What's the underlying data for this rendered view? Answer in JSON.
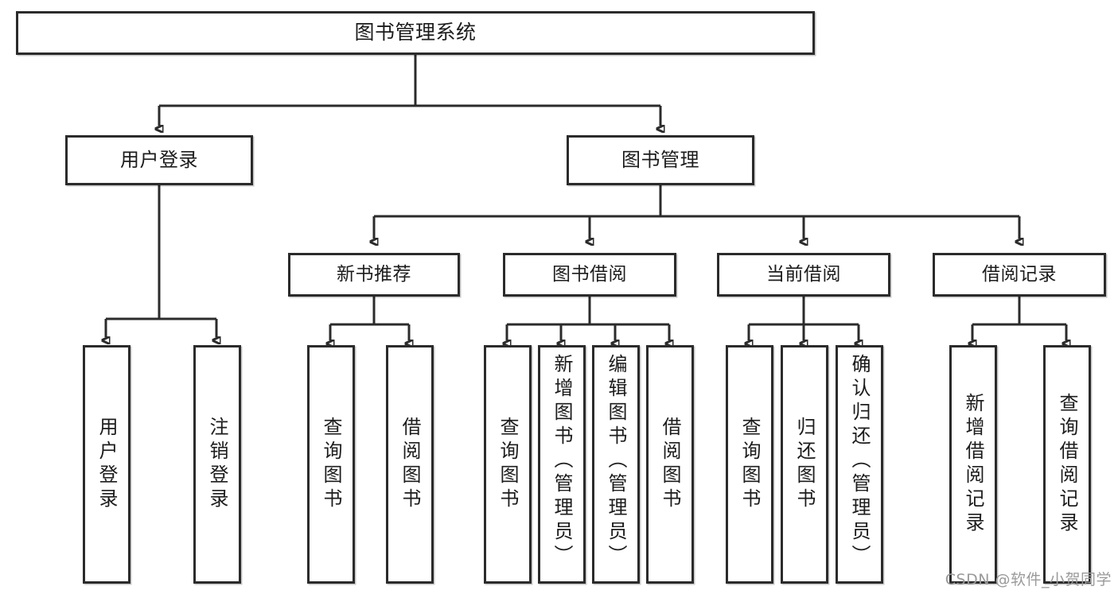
{
  "diagram": {
    "title": "图书管理系统",
    "type": "tree-hierarchy",
    "colors": {
      "stroke": "#2b2b2b",
      "fill": "#ffffff",
      "text": "#1c1c1c",
      "watermark": "#9a9a9a"
    },
    "root": {
      "label": "图书管理系统"
    },
    "level2": [
      {
        "label": "用户登录"
      },
      {
        "label": "图书管理"
      }
    ],
    "level3": [
      {
        "label": "新书推荐"
      },
      {
        "label": "图书借阅"
      },
      {
        "label": "当前借阅"
      },
      {
        "label": "借阅记录"
      }
    ],
    "leaves": {
      "user_login": [
        {
          "label": "用户登录"
        },
        {
          "label": "注销登录"
        }
      ],
      "new_book_recommend": [
        {
          "label": "查询图书"
        },
        {
          "label": "借阅图书"
        }
      ],
      "book_borrow": [
        {
          "label": "查询图书"
        },
        {
          "label": "新增图书（管理员）"
        },
        {
          "label": "编辑图书（管理员）"
        },
        {
          "label": "借阅图书"
        }
      ],
      "current_borrow": [
        {
          "label": "查询图书"
        },
        {
          "label": "归还图书"
        },
        {
          "label": "确认归还（管理员）"
        }
      ],
      "borrow_record": [
        {
          "label": "新增借阅记录"
        },
        {
          "label": "查询借阅记录"
        }
      ]
    }
  },
  "watermark": {
    "text": "CSDN @软件_小贺同学"
  }
}
